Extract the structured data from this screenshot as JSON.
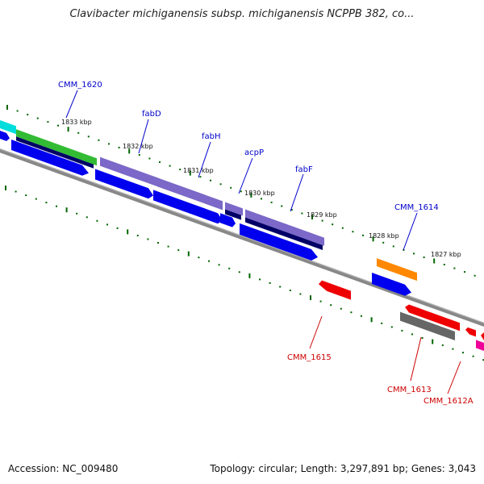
{
  "header": {
    "title": "Clavibacter michiganensis subsp. michiganensis NCPPB 382, co..."
  },
  "footer": {
    "accession": "Accession: NC_009480",
    "topology": "Topology: circular; Length: 3,297,891 bp; Genes: 3,043"
  },
  "scale_ticks": [
    "1833 kbp",
    "1832 kbp",
    "1831 kbp",
    "1830 kbp",
    "1829 kbp",
    "1828 kbp",
    "1827 kbp"
  ],
  "gene_labels_top": [
    "CMM_1620",
    "fabD",
    "fabH",
    "acpP",
    "fabF",
    "CMM_1614"
  ],
  "gene_labels_bottom": [
    "CMM_1615",
    "CMM_1613",
    "CMM_1612A"
  ],
  "colors": {
    "label_top": "#0000cc",
    "label_bottom": "#cc0000",
    "cds_blue": "#0000ee",
    "purple": "#7b68c8",
    "navy": "#000066",
    "green": "#33bb33",
    "cyan": "#00dddd",
    "orange": "#ff8800",
    "red": "#ee0000",
    "gray": "#666666",
    "magenta": "#ee0099",
    "tick_green": "#006600",
    "backbone": "#888888"
  }
}
